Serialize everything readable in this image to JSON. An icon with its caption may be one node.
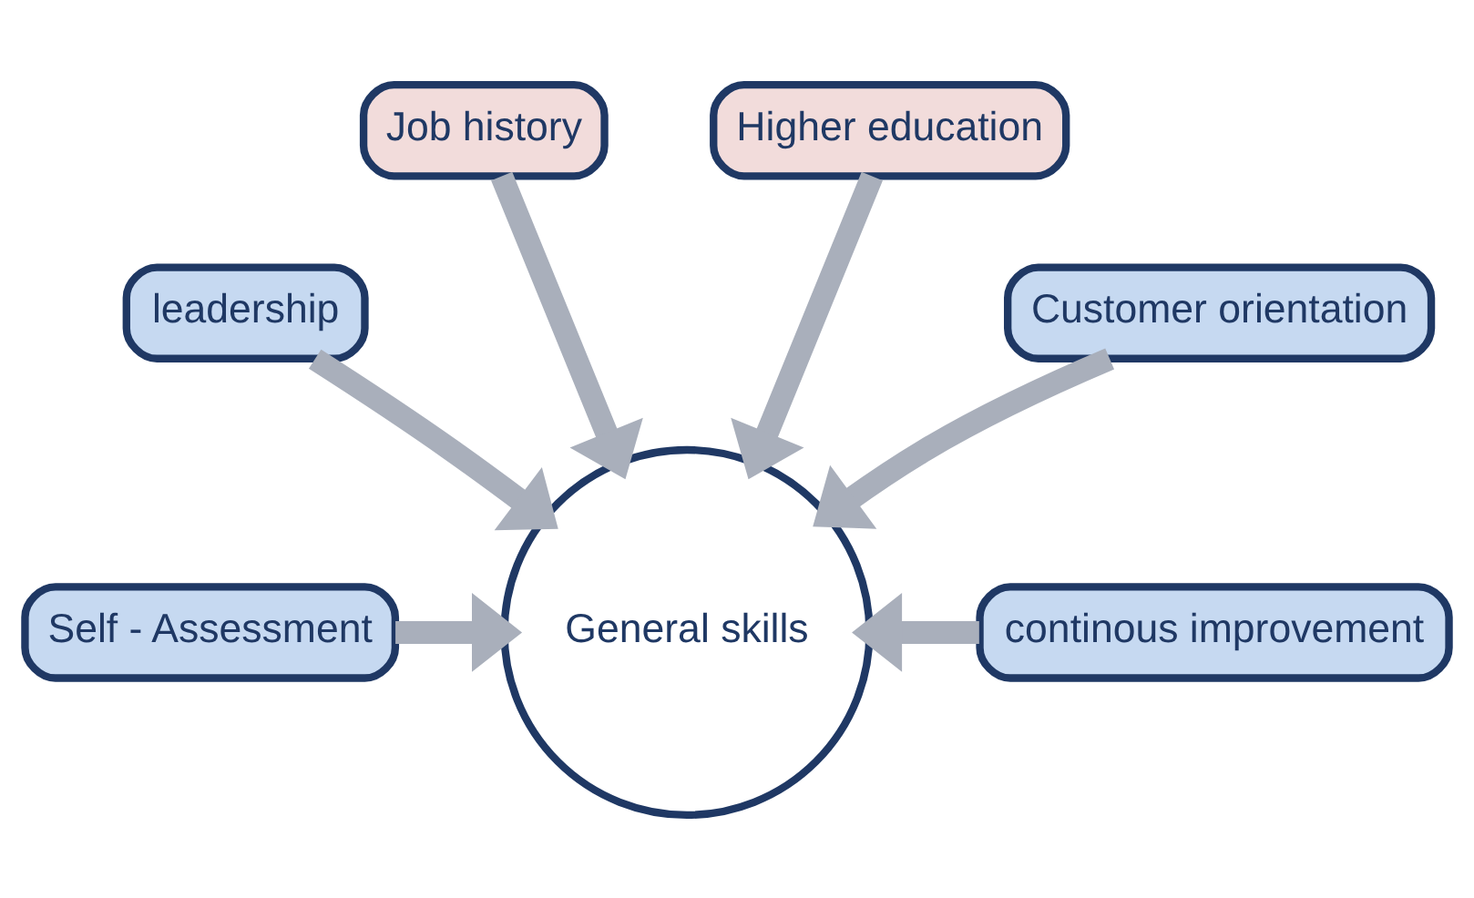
{
  "diagram": {
    "nodes": [
      {
        "text": [
          "General skills"
        ]
      },
      {
        "text": [
          "Self - Assessment"
        ]
      },
      {
        "text": [
          "leadership"
        ]
      },
      {
        "text": [
          "Job history"
        ]
      },
      {
        "text": [
          "Higher education"
        ]
      },
      {
        "text": [
          "Customer orientation"
        ]
      },
      {
        "text": [
          "continous improvement"
        ]
      }
    ],
    "edges": [
      {
        "from": 1,
        "to": 0,
        "arrow": "to"
      },
      {
        "from": 2,
        "to": 0,
        "arrow": "to"
      },
      {
        "from": 3,
        "to": 0,
        "arrow": "to"
      },
      {
        "from": 4,
        "to": 0,
        "arrow": "to"
      },
      {
        "from": 5,
        "to": 0,
        "arrow": "to"
      },
      {
        "from": 6,
        "to": 0,
        "arrow": "to"
      }
    ]
  }
}
